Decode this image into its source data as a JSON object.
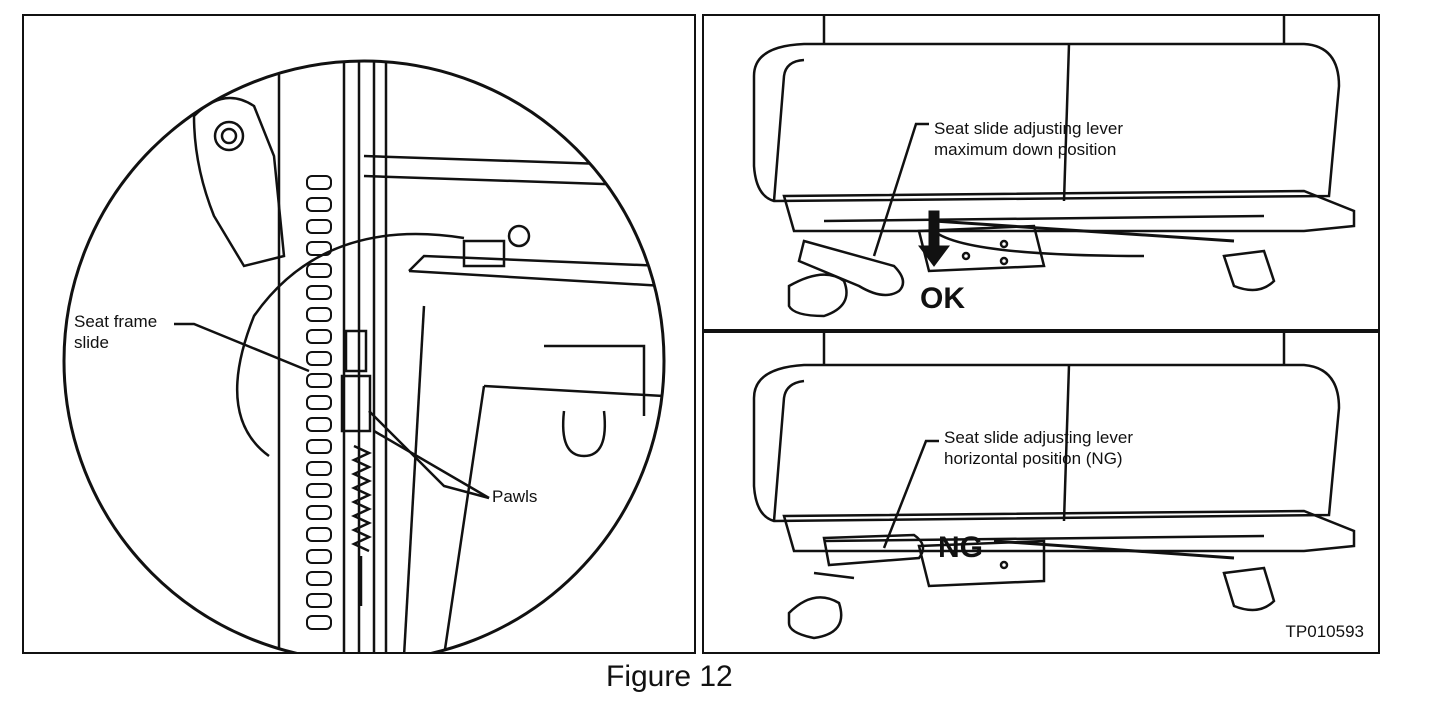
{
  "left_panel": {
    "seat_frame_label": "Seat frame\nslide",
    "pawls_label": "Pawls"
  },
  "top_panel": {
    "lever_label": "Seat slide adjusting lever\nmaximum down position",
    "status": "OK"
  },
  "bottom_panel": {
    "lever_label": "Seat slide adjusting lever\nhorizontal position (NG)",
    "status": "NG",
    "figure_code": "TP010593"
  },
  "caption": "Figure 12"
}
